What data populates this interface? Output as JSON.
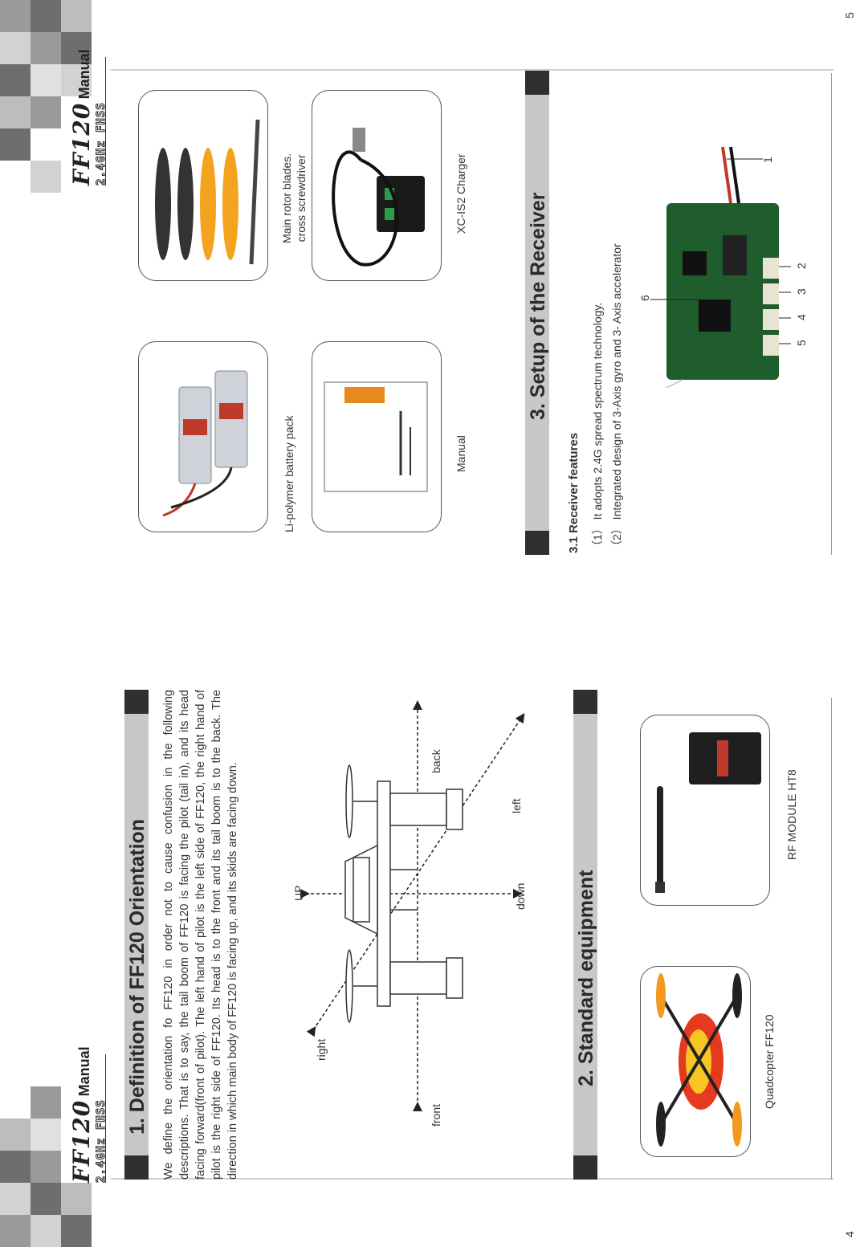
{
  "header": {
    "brand": "FF120",
    "manual_label": "Manual",
    "sub_label": "2.4GHz FHSS"
  },
  "page_left": {
    "page_number": "4",
    "section1": {
      "title": "1. Definition of FF120 Orientation",
      "body": "We define the orientation fo FF120 in order not to cause confusion in the following descriptions. That is to say, the tail boom of FF120 is facing the pilot (tail in), and its head facing forward(front of pilot). The left hand of pilot is the left side of FF120, the right hand of pilot is the right side of FF120. Its head is to the front and its tail boom is to the back. The direction in which main body of FF120 is facing up, and its skids are  facing down."
    },
    "diagram_labels": {
      "up": "UP",
      "down": "down",
      "front": "front",
      "back": "back",
      "left": "left",
      "right": "right"
    },
    "section2": {
      "title": "2. Standard equipment",
      "items": [
        {
          "caption": "Quadcopter FF120"
        },
        {
          "caption": "RF MODULE HT8"
        }
      ]
    }
  },
  "page_right": {
    "page_number": "5",
    "equipment_items": [
      {
        "caption": "Li-polymer battery pack"
      },
      {
        "caption_line1": "Main rotor blades.",
        "caption_line2": "cross screwdriver"
      },
      {
        "caption": "Manual"
      },
      {
        "caption": "XC-IS2 Charger"
      }
    ],
    "section3": {
      "title": "3. Setup of the Receiver",
      "subsection": "3.1  Receiver features",
      "features": [
        {
          "index": "（1）",
          "text": "It adopts 2.4G spread spectrum technology."
        },
        {
          "index": "（2）",
          "text": "Integrated design of 3-Axis gyro and 3- Axis accelerator"
        }
      ],
      "callouts": [
        "1",
        "2",
        "3",
        "4",
        "5",
        "6"
      ]
    }
  },
  "colors": {
    "section_bar": "#c8c8c8",
    "section_cap": "#2f2f2f",
    "deco_dark": "#6e6e6e",
    "deco_mid": "#9a9a9a",
    "deco_light": "#d2d2d2"
  }
}
